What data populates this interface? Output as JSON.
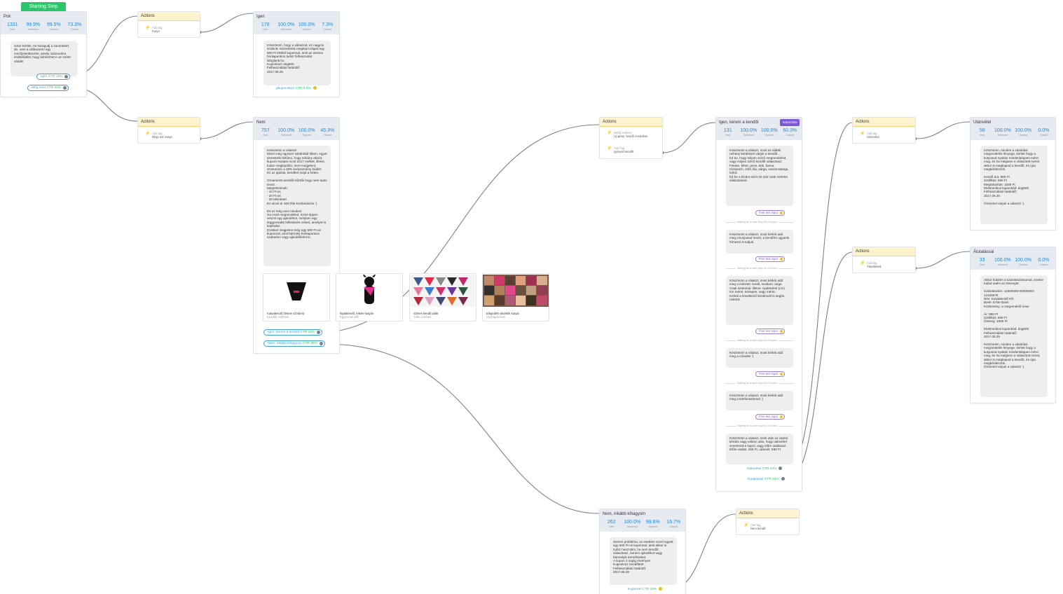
{
  "start_badge": "Starting Step",
  "stat_labels": [
    "Sent",
    "Delivered",
    "Opened",
    "Clicked"
  ],
  "sep_text": "Waiting for a user reply for 24 hours",
  "pok": {
    "title": "Pok",
    "stats": [
      "1331",
      "99.9%",
      "99.5%",
      "73.3%"
    ],
    "text": "Szia! Kérlek, ne haragudj a zavarásért, de, nem a célbacsöm egy mezőjelentkezést, amely számunkra érdeklődést, hogy kérdezhet-e az mérte várják!",
    "btn1": "Igen",
    "btn1_ctr": "CTR 15%",
    "btn2": "Még nem",
    "btn2_ctr": "CTR 60%"
  },
  "action1": {
    "title": "Actions",
    "row_key": "Add tag",
    "row_val": "Kutya"
  },
  "igen": {
    "title": "Igen",
    "stats": [
      "178",
      "100.0%",
      "100.0%",
      "7.3%"
    ],
    "text": "Köszönöm, hogy a válaszod, ez nagyon örülünk! Szeretnénk meglepni téged egy 500 Ft értékű kuponnal, amit az összes honlapunkon tudsz felhasználni: ildoglunk.hu\nKuponkód: dog500\nFelhasználási határidő:\n2017.06.25",
    "btn": "pkuponokon",
    "btn_ctr": "CTR 6.0%"
  },
  "action2": {
    "title": "Actions",
    "row_key": "Add tag",
    "row_val": "Még nem kutya"
  },
  "nem": {
    "title": "Nem",
    "stats": [
      "757",
      "100.0%",
      "100.0%",
      "45.3%"
    ],
    "text": "Köszönöm a választ!\nMivel még egyszer vásároltál tőlem, egyet szeretnék feltűnni, hogy néhány akciót, kupont mutatni most 2017 mellett, illetve, tudsz meglepődni, mert megjelent, örömünkre a 20% kedvezmény kódért.\nEz az ajánlat, kerülhet majd a héten.\n\nOrnaments kendők bűrtők hogy nem tudni tevez.\nMegtetszenek:\n- 10 Ft-os\n- 20 Ft-os\n- 30 tekintetet\nEz olcsó ár 300 féle kombinációs :)\n\nÉs ez még nem minden!\nHa most megrendeled, ezzel éppen veszel egy ajándékot, melyben egy leggyorsabb felfedezés neked, amelyet is kaphatsz.\nEzekkel megjelent még egy 500 Ft-os kuponnal, amit bármely honlapunkon szabadon vagy ajándékként is.",
    "btn1": "Igen, kérem a kendőt",
    "btn1_ctr": "CTR 18%",
    "btn2": "Nem, inkább kihagyom",
    "btn2_ctr": "CTR 38%"
  },
  "images": [
    {
      "title": "Kutyakendő (fekete színben)",
      "sub": "Kendők, kötöttek"
    },
    {
      "title": "Nyakkendő, fekete kutyán",
      "sub": "Egyéni kendők"
    },
    {
      "title": "Színes kendő pakk",
      "sub": "Több színben"
    },
    {
      "title": "Elégedett vásárlók kutyái",
      "sub": "Visszajelzések"
    }
  ],
  "action3": {
    "title": "Actions",
    "row1_key": "Notify Admins",
    "row1_val": "Új igény: kendő rendelése",
    "row2_key": "Add Tag",
    "row2_val": "Igényelt kendőt"
  },
  "igen_kendo": {
    "title": "Igen, kérem a kendőt",
    "tag": "Subscriber",
    "stats": [
      "131",
      "100.0%",
      "100.0%",
      "60.3%"
    ],
    "texts": [
      "Köszönöm a választ, most az alábbi néhány kérdéssel várjuk a kendőt...\nÍrd be, hogy milyen színű megrendelést, vagy milyen színű kendőt választasz:\nFekete, fehér, piros, kék, barna, rózsaszín, zöld, lila, sárga, narancssárga, türkiz.\nÍrd be a kívánt színt és már csak méretet választanod.",
      "Köszönöm a választ, most kérlek add meg a kutyusod nevét, a kendőre ugyanis hímezni is tudjuk.",
      "Köszönöm a választ, most kérlek add meg a méretet: small, medium, large.\nCsak számmal, illetve: nyakméret (cm)\nKis méret, közepes, nagy méret.\nKérlek a következő kérdésnél is segíts nekünk.",
      "Köszönöm a választ, most kérlek add meg a címedet :)",
      "Köszönöm a választ, most kérlek add meg a telefonszámod :)",
      "Köszönöm a választ, ezek után az utolsó kérdés vagy válasz után, hogy utánvétel szeretnéd-e kapni, vagy előre utalással.\nElőre utalás: 250 Ft, utánvét: 590 Ft"
    ],
    "reply": "Free text input",
    "btn1": "Utánvétel",
    "btn1_ctr": "CTR 44%",
    "btn2": "Átutalással",
    "btn2_ctr": "CTR 36%"
  },
  "action4": {
    "title": "Actions",
    "row_key": "Add tag",
    "row_val": "Utánvétel"
  },
  "utanvetel": {
    "title": "Utánvétel",
    "stats": [
      "58",
      "100.0%",
      "100.0%",
      "0.0%"
    ],
    "text": "Köszönöm, minden a vásárlási megrendelés lényege, kérlek hogy a kutyusod nyakán mindenképpen mérd meg, és ha mégsem a választott méret, akkor is megkapod a kendőt, és újra megkérdezzük.\n\nKendő ára: 990 Ft\nSzállítás: 590 Ft\nMegtakarítás: 1580 Ft\nElektronikus kuponkód: dog500\nFelhasználási határidő:\n2017.06.25\n\nÖrömmel várjuk a választ! :)"
  },
  "action5": {
    "title": "Actions",
    "row_key": "Add tag",
    "row_val": "Átutalással"
  },
  "atutalas": {
    "title": "Átutalással",
    "stats": [
      "33",
      "100.0%",
      "100.0%",
      "0.0%"
    ],
    "text": "Akkor küldöm a számlaszámomat, ezekre tudod utalni az összeget:\n\nSzámlaszám: 11600006-00000000-12345678\nNév: Kutyakendő Kft.\nBank: Erste Bank\nKözlemény: a megrendelő neve\n\nÁr: 990 Ft\nSzállítás: 590 Ft\nÖsszeg: 1580 Ft\n\nElektronikus kuponkód: dog500\nFelhasználási határidő:\n2017.06.25\n\nKöszönöm, minden a vásárlási megrendelés lényege, kérlek hogy a kutyusod nyakán mindenképpen mérd meg, és ha mégsem a választott méret, akkor is megkapod a kendőt, és újra megkérdezzük.\nÖrömmel várjuk a választ! :)"
  },
  "nem_kihagyom": {
    "title": "Nem, inkább kihagyom",
    "stats": [
      "262",
      "100.0%",
      "99.6%",
      "16.7%"
    ],
    "text": "Semmi probléma, az esetben ezzel együtt egy 500 Ft-os kuponnal, amit akkor is tudsz használni, ha nem kendőt választasz, hanem ajándékot vagy bármelyik termékünket.\nA kupon 3 napig érvényes.\nKuponkód: kendő500\nFelhasználási határidő:\n2017.06.25",
    "btn": "Kuponok",
    "btn_ctr": "CTR 15%"
  },
  "action6": {
    "title": "Actions",
    "row_key": "Add tag",
    "row_val": "Nem kendő"
  }
}
